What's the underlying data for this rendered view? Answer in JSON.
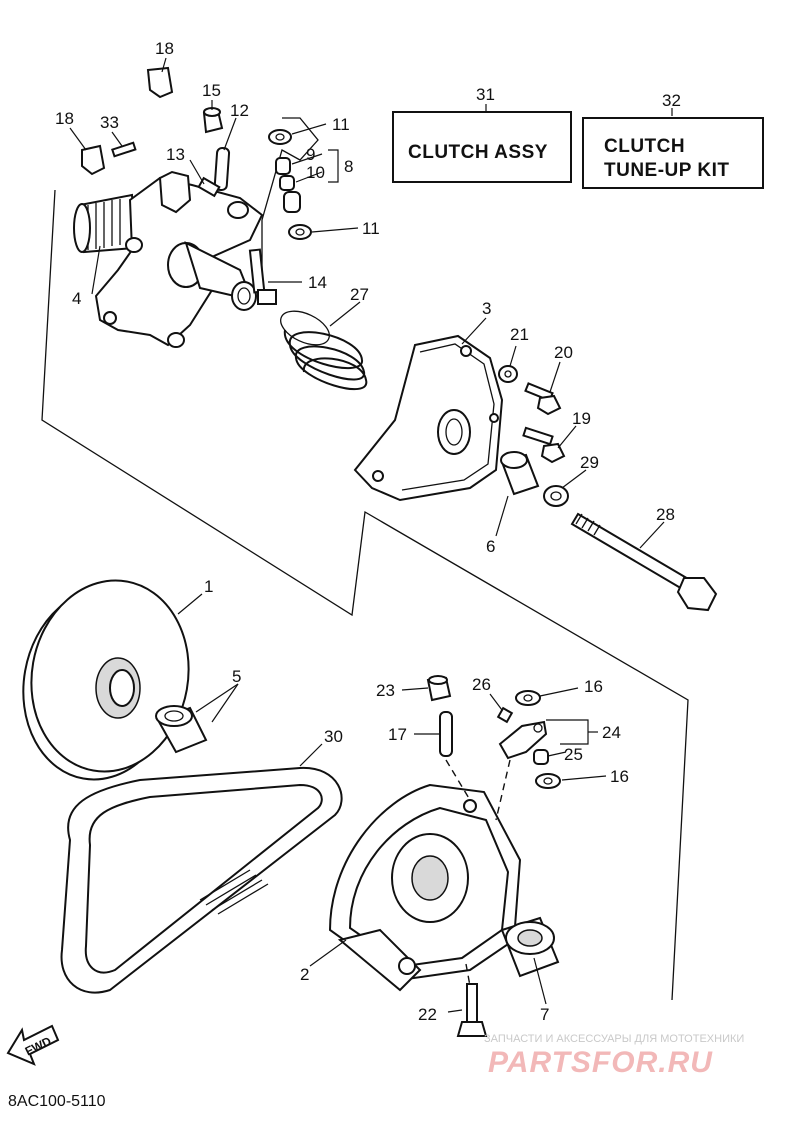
{
  "diagram": {
    "callouts": {
      "p1": "1",
      "p2": "2",
      "p3": "3",
      "p4": "4",
      "p5": "5",
      "p6": "6",
      "p7": "7",
      "p8": "8",
      "p9": "9",
      "p10": "10",
      "p11a": "11",
      "p11b": "11",
      "p12": "12",
      "p13": "13",
      "p14": "14",
      "p15": "15",
      "p16a": "16",
      "p16b": "16",
      "p17": "17",
      "p18a": "18",
      "p18b": "18",
      "p19": "19",
      "p20": "20",
      "p21": "21",
      "p22": "22",
      "p23": "23",
      "p24": "24",
      "p25": "25",
      "p26": "26",
      "p27": "27",
      "p28": "28",
      "p29": "29",
      "p30": "30",
      "p31": "31",
      "p32": "32",
      "p33": "33"
    },
    "boxes": {
      "clutch_assy": "CLUTCH ASSY",
      "tune_up_line1": "CLUTCH",
      "tune_up_line2": "TUNE-UP KIT"
    },
    "fwd_label": "FWD",
    "diagram_code": "8AC100-5110",
    "watermark": {
      "tagline": "ЗАПЧАСТИ И АКСЕССУАРЫ ДЛЯ МОТОТЕХНИКИ",
      "brand": "PARTSFOR.RU",
      "color": "#e06060"
    }
  }
}
